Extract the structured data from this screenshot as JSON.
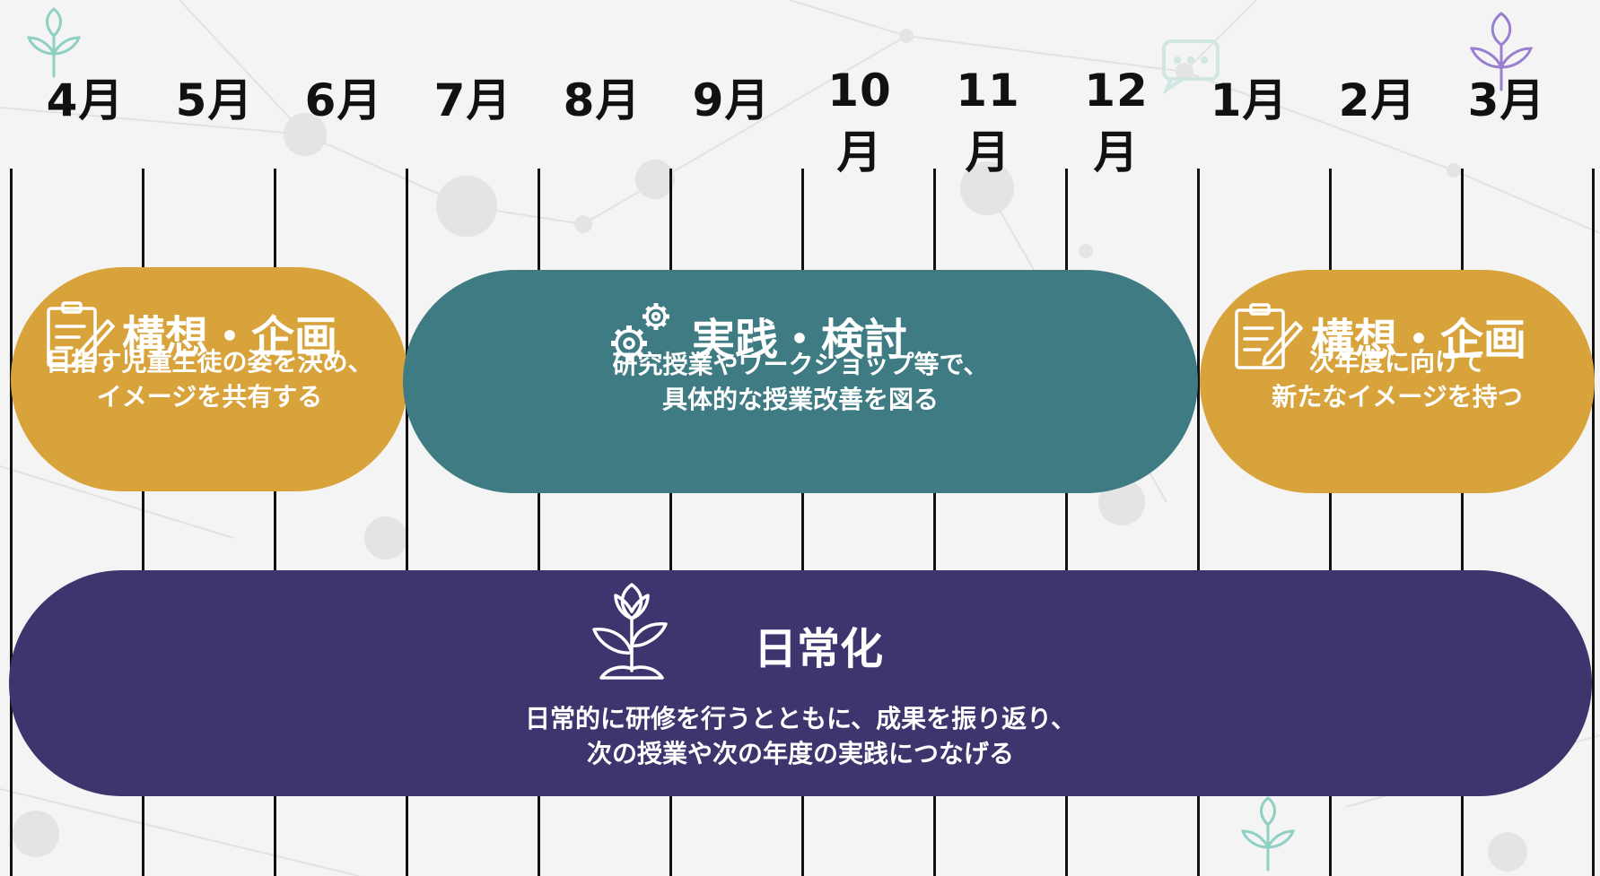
{
  "colors": {
    "plan": "#d9a33c",
    "practice": "#3e7b82",
    "routine": "#3e346e",
    "line": "#111111",
    "background": "#f4f4f4"
  },
  "timeline": {
    "months": [
      "4月",
      "5月",
      "6月",
      "7月",
      "8月",
      "9月",
      "10月",
      "11月",
      "12月",
      "1月",
      "2月",
      "3月"
    ]
  },
  "phases": [
    {
      "title": "構想・企画",
      "icon": "clipboard-pencil-icon",
      "description_lines": [
        "目指す児童生徒の姿を決め、",
        "イメージを共有する"
      ]
    },
    {
      "title": "実践・検討",
      "icon": "gears-icon",
      "description_lines": [
        "研究授業やワークショップ等で、",
        "具体的な授業改善を図る"
      ]
    },
    {
      "title": "構想・企画",
      "icon": "clipboard-pencil-icon",
      "description_lines": [
        "次年度に向けて",
        "新たなイメージを持つ"
      ]
    },
    {
      "title": "日常化",
      "icon": "sprout-icon",
      "description_lines": [
        "日常的に研修を行うとともに、成果を振り返り、",
        "次の授業や次の年度の実践につなげる"
      ]
    }
  ]
}
